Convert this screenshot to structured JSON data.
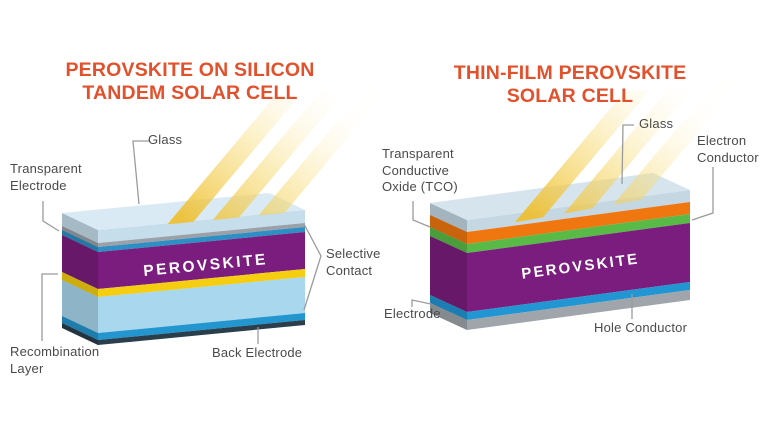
{
  "page": {
    "background": "#ffffff"
  },
  "styles": {
    "title_color": "#e2512c",
    "label_color": "#4a4a4a",
    "pointer_color": "#9b9b9b",
    "perovskite_text_color": "#ffffff",
    "beam_bottom": "#efbe2b",
    "beam_mid": "#f7db75",
    "beam_top": "#fff6dc",
    "cap_shade": "#000000"
  },
  "panels": {
    "left": {
      "title": [
        "PEROVSKITE ON SILICON",
        "TANDEM SOLAR CELL"
      ],
      "box_label": "PEROVSKITE",
      "glass_top_color": "#daeaf4",
      "layers": [
        {
          "name": "Glass",
          "color": "#c6deec"
        },
        {
          "name": "Transparent Electrode",
          "color": "#9ba1a8"
        },
        {
          "name": "Selective Contact (top)",
          "color": "#2e8fc4"
        },
        {
          "name": "Perovskite",
          "color": "#7b1d7e"
        },
        {
          "name": "Recombination Layer",
          "color": "#f5ce11"
        },
        {
          "name": "Silicon",
          "color": "#a8d7ee"
        },
        {
          "name": "Selective Contact (bottom)",
          "color": "#2496cf"
        },
        {
          "name": "Back Electrode",
          "color": "#2b3e4c"
        }
      ],
      "labels": {
        "glass": "Glass",
        "transparent_electrode": [
          "Transparent",
          "Electrode"
        ],
        "recombination_layer": [
          "Recombination",
          "Layer"
        ],
        "back_electrode": "Back Electrode",
        "selective_contact": [
          "Selective",
          "Contact"
        ]
      }
    },
    "right": {
      "title": [
        "THIN-FILM PEROVSKITE",
        "SOLAR CELL"
      ],
      "box_label": "PEROVSKITE",
      "glass_top_color": "#d6e4ee",
      "layers": [
        {
          "name": "Glass",
          "color": "#c4d7e3"
        },
        {
          "name": "Transparent Conductive Oxide (TCO)",
          "color": "#f0760f"
        },
        {
          "name": "Electron Conductor",
          "color": "#5aba47"
        },
        {
          "name": "Perovskite",
          "color": "#7b1d7e"
        },
        {
          "name": "Hole Conductor",
          "color": "#2196d3"
        },
        {
          "name": "Electrode",
          "color": "#9fa5aa"
        }
      ],
      "labels": {
        "glass": "Glass",
        "tco": [
          "Transparent",
          "Conductive",
          "Oxide (TCO)"
        ],
        "electron_conductor": [
          "Electron",
          "Conductor"
        ],
        "electrode": "Electrode",
        "hole_conductor": "Hole Conductor"
      }
    }
  }
}
